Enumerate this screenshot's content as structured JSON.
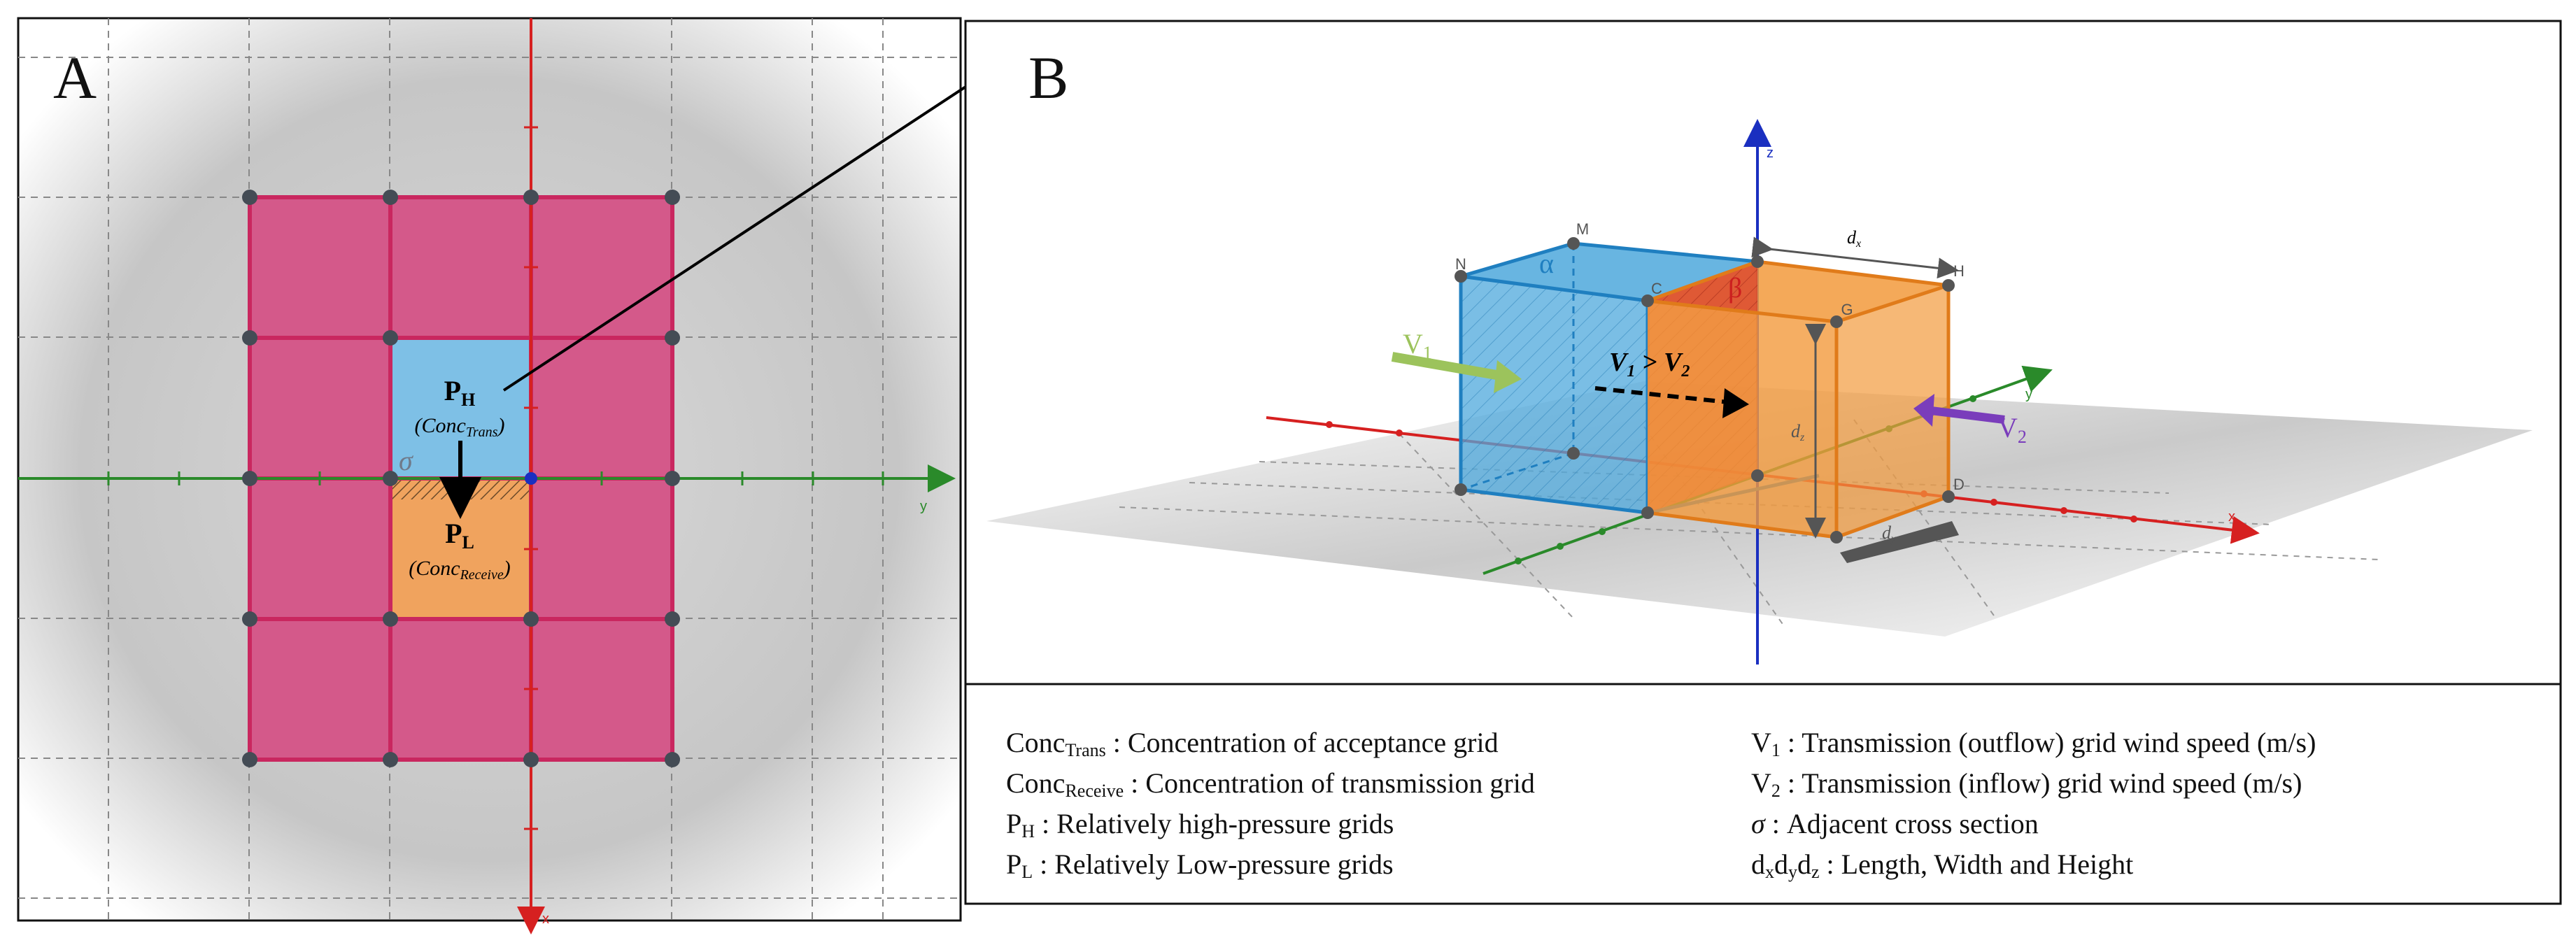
{
  "panels": {
    "a_label": "A",
    "b_label": "B"
  },
  "panel_a": {
    "axis_x": "x",
    "axis_y": "y",
    "high_cell": {
      "label": "P",
      "label_sub": "H",
      "conc": "Conc",
      "conc_sub": "Trans"
    },
    "low_cell": {
      "label": "P",
      "label_sub": "L",
      "conc": "Conc",
      "conc_sub": "Receive"
    },
    "cross_section": "σ"
  },
  "panel_b": {
    "axis_x": "x",
    "axis_y": "y",
    "axis_z": "z",
    "face_alpha": "α",
    "face_beta": "β",
    "points": {
      "N": "N",
      "M": "M",
      "C": "C",
      "H": "H",
      "G": "G",
      "D": "D"
    },
    "v1": "V",
    "v1_sub": "1",
    "v2": "V",
    "v2_sub": "2",
    "relation": "V",
    "relation_sub1": "1",
    "relation_gt": " > V",
    "relation_sub2": "2",
    "dx": "d",
    "dx_sub": "x",
    "dy": "d",
    "dy_sub": "y",
    "dz": "d",
    "dz_sub": "z"
  },
  "legend": {
    "conc_trans": {
      "main": "Conc",
      "sub": "Trans",
      "text": " : Concentration of acceptance grid"
    },
    "conc_receive": {
      "main": "Conc",
      "sub": "Receive",
      "text": " :  Concentration of transmission grid"
    },
    "ph": {
      "main": "P",
      "sub": "H",
      "text": " : Relatively high-pressure grids"
    },
    "pl": {
      "main": "P",
      "sub": "L",
      "text": " : Relatively Low-pressure grids"
    },
    "v1": {
      "main": "V",
      "sub": "1",
      "text": " : Transmission (outflow) grid wind speed (m/s)"
    },
    "v2": {
      "main": "V",
      "sub": "2",
      "text": " : Transmission (inflow) grid wind speed (m/s)"
    },
    "sigma": {
      "main": "σ",
      "text": "  : Adjacent cross section"
    },
    "dims": {
      "d1": "d",
      "s1": "x",
      "d2": "d",
      "s2": "y",
      "d3": "d",
      "s3": "z",
      "text": " : Length, Width and Height"
    }
  },
  "colors": {
    "grid_pink": "#d4598a",
    "grid_border": "#c9275f",
    "cell_blue": "#7ec0e6",
    "cell_orange": "#f0a35e",
    "box_blue": "#4ea8dc",
    "box_orange": "#f29a3c",
    "box_red": "#d9452c",
    "axis_red": "#d62020",
    "axis_green": "#2a8a2a",
    "axis_blue": "#1a2fc0",
    "arrow_v1": "#9cc35c",
    "arrow_v2": "#7a3dbb"
  }
}
